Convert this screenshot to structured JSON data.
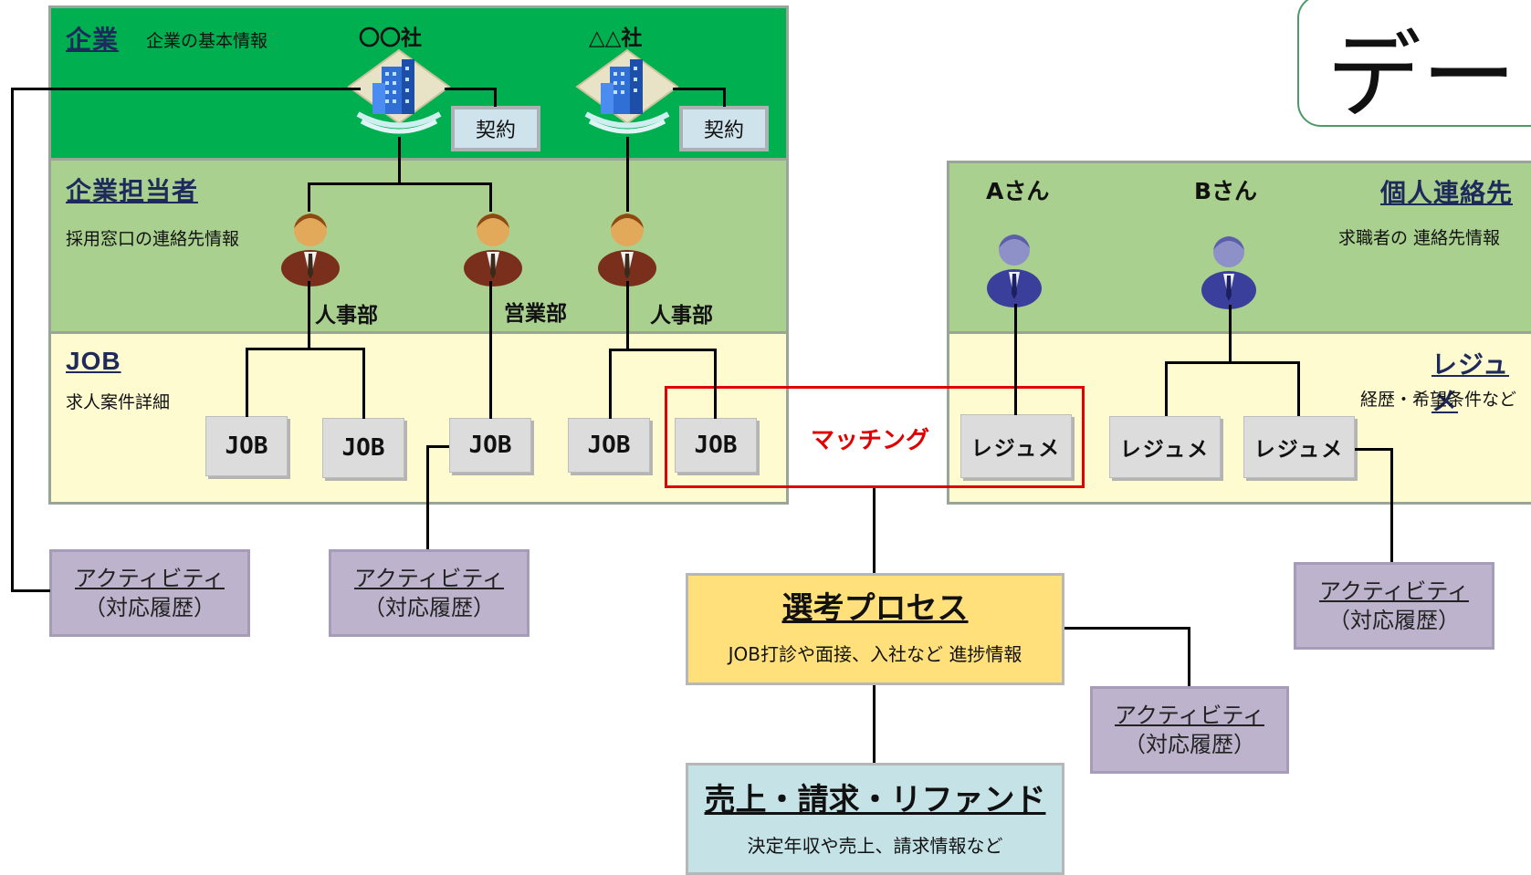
{
  "title_partial": "デー",
  "company": {
    "title": "企業",
    "subtitle": "企業の基本情報",
    "companies": [
      {
        "name": "〇〇社",
        "contract": "契約"
      },
      {
        "name": "△△社",
        "contract": "契約"
      }
    ]
  },
  "contact": {
    "title": "企業担当者",
    "subtitle": "採用窓口の連絡先情報",
    "departments": [
      "人事部",
      "営業部",
      "人事部"
    ]
  },
  "job": {
    "title": "JOB",
    "subtitle": "求人案件詳細",
    "cards": [
      "JOB",
      "JOB",
      "JOB",
      "JOB",
      "JOB"
    ]
  },
  "matching": {
    "label": "マッチング"
  },
  "candidates": {
    "names": [
      "Aさん",
      "Bさん"
    ],
    "title": "個人連絡先",
    "subtitle": "求職者の 連絡先情報"
  },
  "resume": {
    "title": "レジュメ",
    "subtitle": "経歴・希望条件など",
    "cards": [
      "レジュメ",
      "レジュメ",
      "レジュメ"
    ]
  },
  "activity": {
    "line1": "アクティビティ",
    "line2": "（対応履歴）"
  },
  "selection": {
    "title": "選考プロセス",
    "subtitle": "JOB打診や面接、入社など 進捗情報"
  },
  "sales": {
    "title": "売上・請求・リファンド",
    "subtitle": "決定年収や売上、請求情報など"
  },
  "colors": {
    "company_band": "#00b050",
    "contact_band": "#a9d08e",
    "job_band": "#fefbd0",
    "selection_box": "#ffe07a",
    "sales_box": "#c5e3e6",
    "activity_box": "#bdb3cc",
    "matching_red": "#e00000"
  }
}
